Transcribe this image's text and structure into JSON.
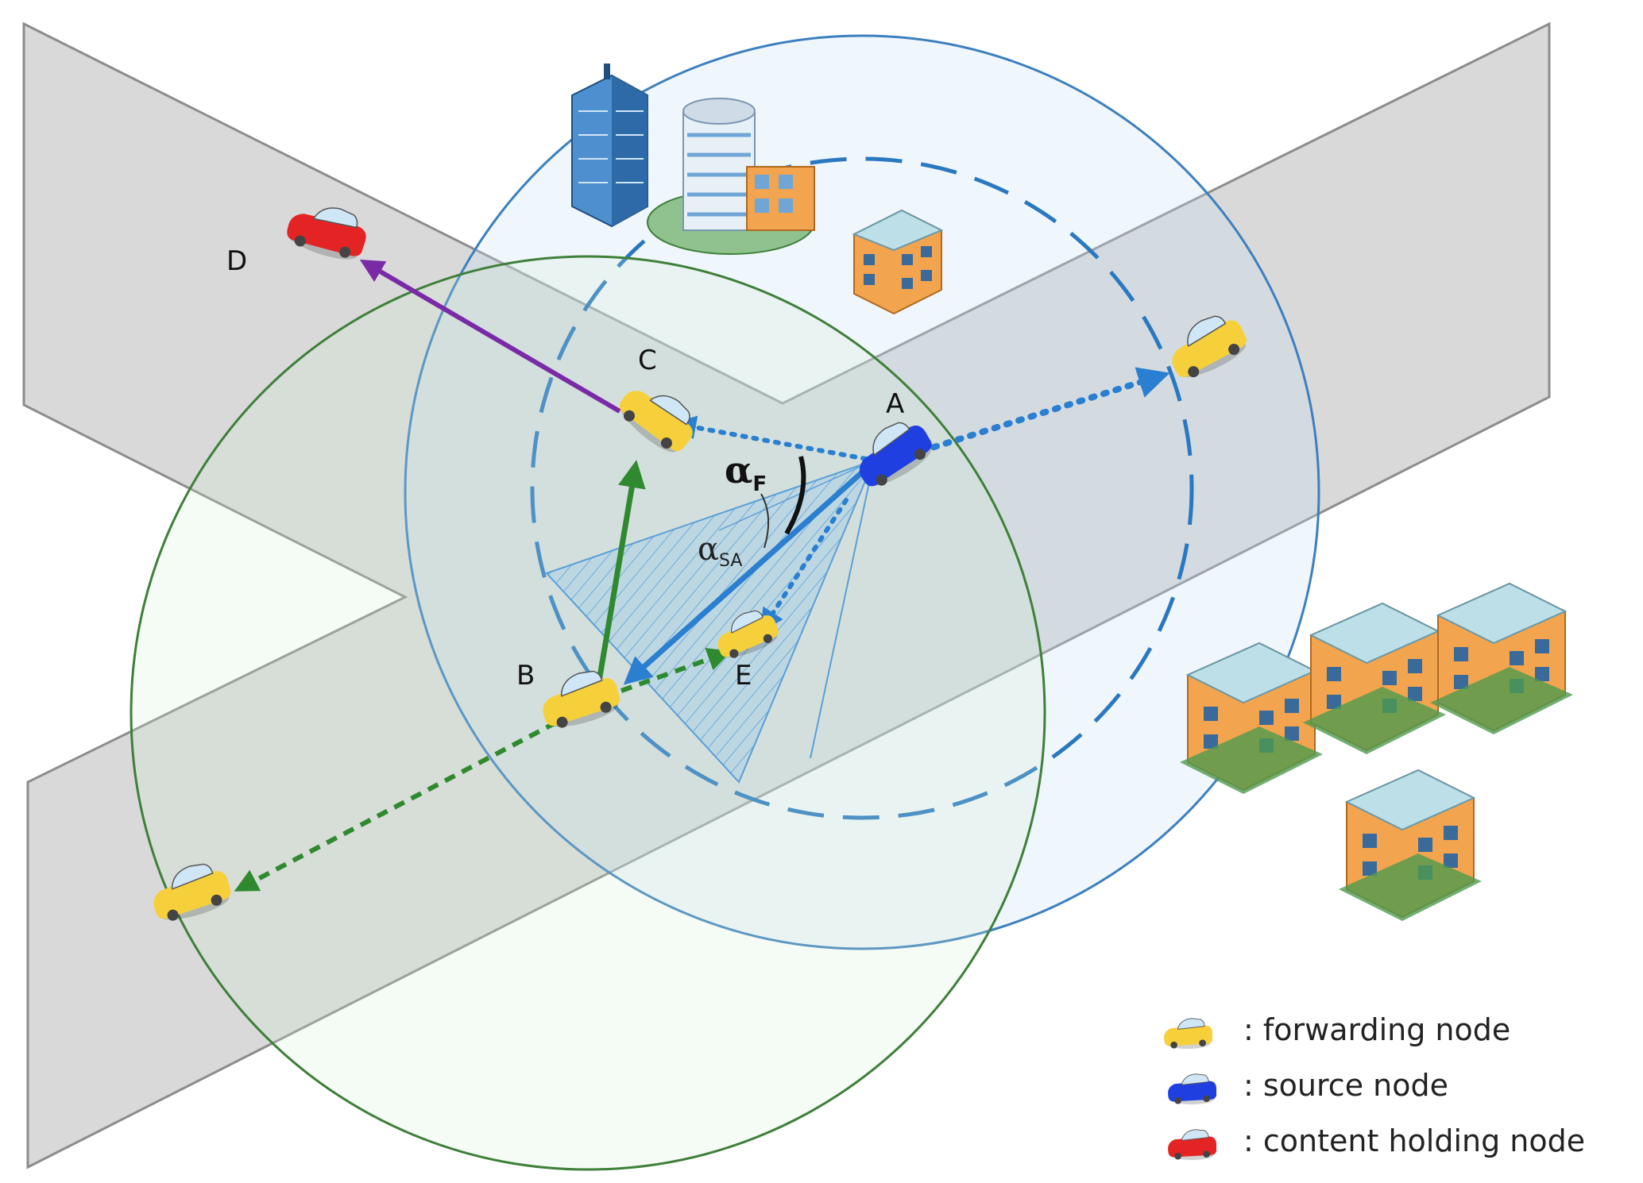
{
  "nodes": {
    "A": "A",
    "B": "B",
    "C": "C",
    "D": "D",
    "E": "E"
  },
  "angles": {
    "forward_symbol": "α",
    "forward_sub": "F",
    "sa_symbol": "α",
    "sa_sub": "SA"
  },
  "legend": {
    "forwarding": ": forwarding node",
    "source": ": source node",
    "content": ": content holding node"
  },
  "colors": {
    "road": "#d9d9d9",
    "road_edge": "#8c8c8c",
    "blue_range": "#3d7fbf",
    "green_range": "#3f7f3a",
    "blue_link": "#2a7fd0",
    "green_link": "#2f8a2f",
    "purple_link": "#7a2aa6",
    "forwarding_car": "#f6d03a",
    "source_car": "#1f3fe0",
    "content_car": "#e42424"
  },
  "icons": [
    "office-building-icon",
    "tower-building-icon",
    "apartment-building-icon",
    "forwarding-car-icon",
    "source-car-icon",
    "content-car-icon"
  ]
}
